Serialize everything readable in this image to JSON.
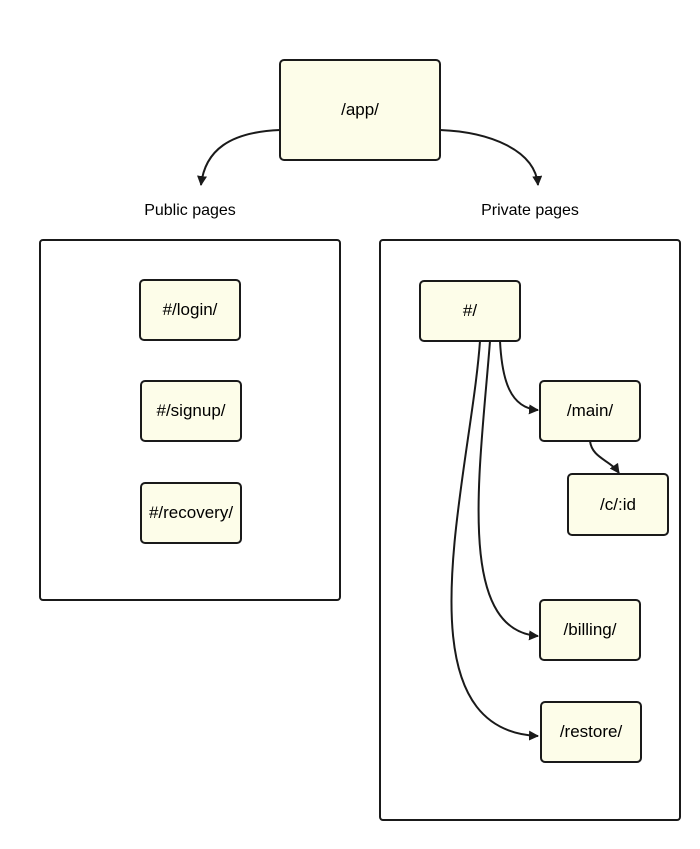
{
  "root": {
    "label": "/app/"
  },
  "groups": {
    "public": {
      "title": "Public pages",
      "pages": [
        "#/login/",
        "#/signup/",
        "#/recovery/"
      ]
    },
    "private": {
      "title": "Private pages",
      "hub": "#/",
      "main": "/main/",
      "conversation": "/c/:id",
      "billing": "/billing/",
      "restore": "/restore/"
    }
  },
  "colors": {
    "node_fill": "#fdfde9",
    "stroke": "#1a1a1a"
  }
}
